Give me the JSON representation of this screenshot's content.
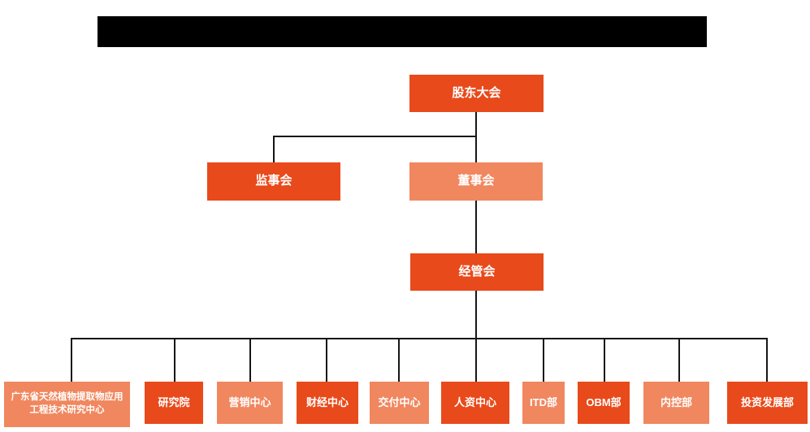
{
  "colors": {
    "node_dark": "#E84A1B",
    "node_light": "#F0875F",
    "connector_line": "#161616",
    "redacted_bar": "#000000",
    "node_text": "#FFFFFF",
    "background": "#FFFFFF"
  },
  "org_chart": {
    "redacted_title": "",
    "root": {
      "label": "股东大会",
      "variant": "dark"
    },
    "level2": [
      {
        "label": "监事会",
        "variant": "dark"
      },
      {
        "label": "董事会",
        "variant": "light"
      }
    ],
    "level3": {
      "label": "经管会",
      "variant": "dark"
    },
    "departments": [
      {
        "label": "广东省天然植物提取物应用工程技术研究中心",
        "variant": "light"
      },
      {
        "label": "研究院",
        "variant": "dark"
      },
      {
        "label": "营销中心",
        "variant": "light"
      },
      {
        "label": "财经中心",
        "variant": "dark"
      },
      {
        "label": "交付中心",
        "variant": "light"
      },
      {
        "label": "人资中心",
        "variant": "dark"
      },
      {
        "label": "ITD部",
        "variant": "light"
      },
      {
        "label": "OBM部",
        "variant": "dark"
      },
      {
        "label": "内控部",
        "variant": "light"
      },
      {
        "label": "投资发展部",
        "variant": "dark"
      }
    ]
  }
}
